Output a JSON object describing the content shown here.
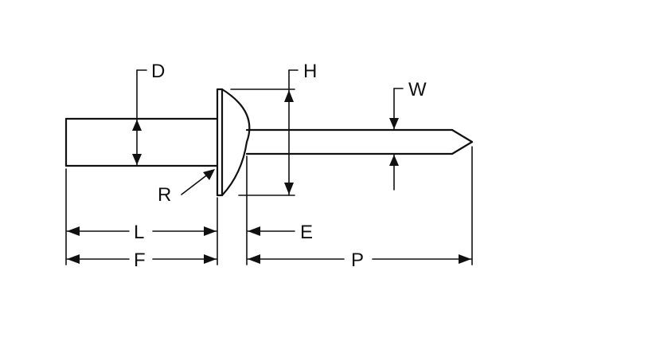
{
  "diagram": {
    "labels": {
      "D": "D",
      "H": "H",
      "W": "W",
      "R": "R",
      "L": "L",
      "E": "E",
      "F": "F",
      "P": "P"
    },
    "colors": {
      "ink": "#111111",
      "background": "#ffffff"
    }
  }
}
